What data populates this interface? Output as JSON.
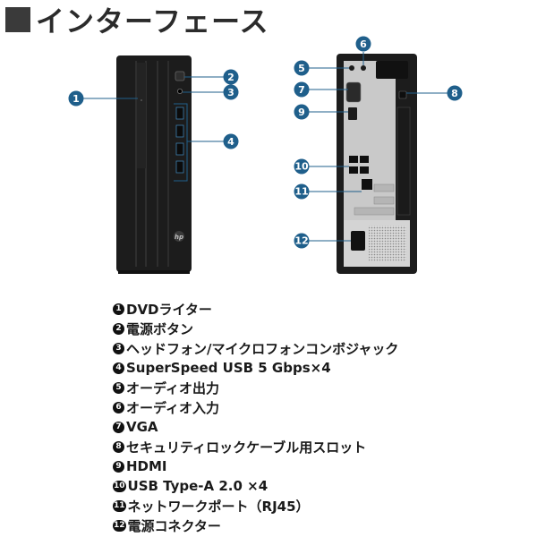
{
  "title": "インターフェース",
  "brand_logo_text": "hp",
  "callouts": [
    {
      "num": "1"
    },
    {
      "num": "2"
    },
    {
      "num": "3"
    },
    {
      "num": "4"
    },
    {
      "num": "5"
    },
    {
      "num": "6"
    },
    {
      "num": "7"
    },
    {
      "num": "8"
    },
    {
      "num": "9"
    },
    {
      "num": "10"
    },
    {
      "num": "11"
    },
    {
      "num": "12"
    }
  ],
  "legend": [
    {
      "num": "1",
      "label": "DVDライター"
    },
    {
      "num": "2",
      "label": "電源ボタン"
    },
    {
      "num": "3",
      "label": "ヘッドフォン/マイクロフォンコンボジャック"
    },
    {
      "num": "4",
      "label": "SuperSpeed USB 5 Gbps×4"
    },
    {
      "num": "5",
      "label": "オーディオ出力"
    },
    {
      "num": "6",
      "label": "オーディオ入力"
    },
    {
      "num": "7",
      "label": "VGA"
    },
    {
      "num": "8",
      "label": "セキュリティロックケーブル用スロット"
    },
    {
      "num": "9",
      "label": "HDMI"
    },
    {
      "num": "10",
      "label": "USB Type-A 2.0 ×4"
    },
    {
      "num": "11",
      "label": "ネットワークポート（RJ45）"
    },
    {
      "num": "12",
      "label": "電源コネクター"
    }
  ],
  "colors": {
    "callout": "#1f5f8b",
    "case": "#1c1c1c",
    "metal": "#c9c9c9"
  }
}
